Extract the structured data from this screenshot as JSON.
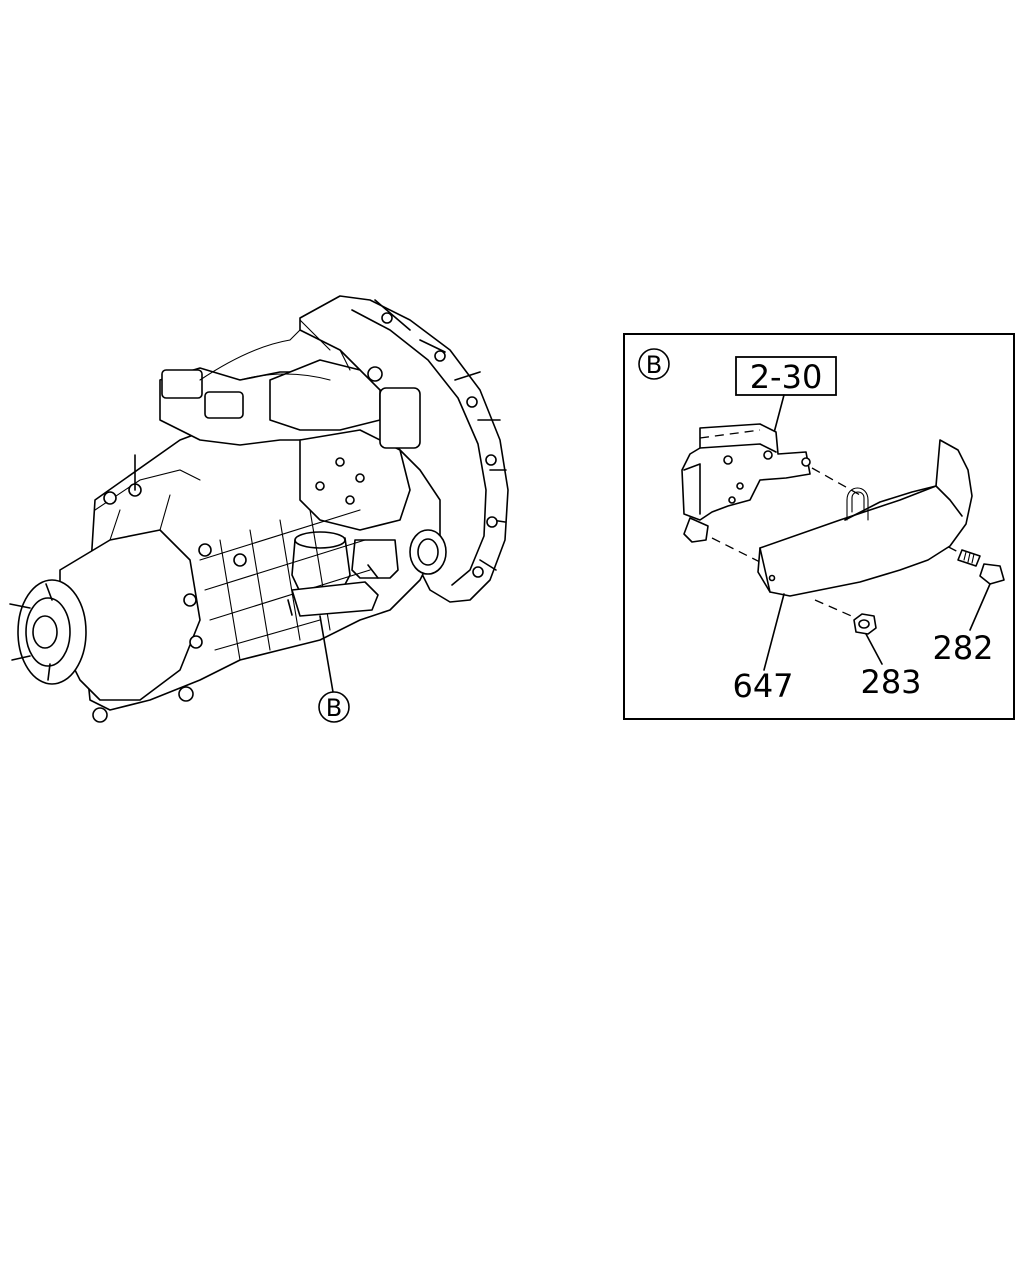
{
  "callouts": {
    "main_view_marker": "B",
    "detail_marker": "B",
    "reference": "2-30",
    "part_647": "647",
    "part_283": "283",
    "part_282": "282"
  }
}
